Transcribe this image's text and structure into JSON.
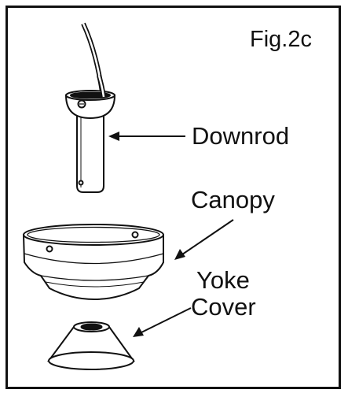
{
  "figure": {
    "label": "Fig.2c"
  },
  "parts": {
    "downrod": "Downrod",
    "canopy": "Canopy",
    "yoke_line1": "Yoke",
    "yoke_line2": "Cover"
  },
  "colors": {
    "line": "#111111",
    "background": "#ffffff"
  }
}
